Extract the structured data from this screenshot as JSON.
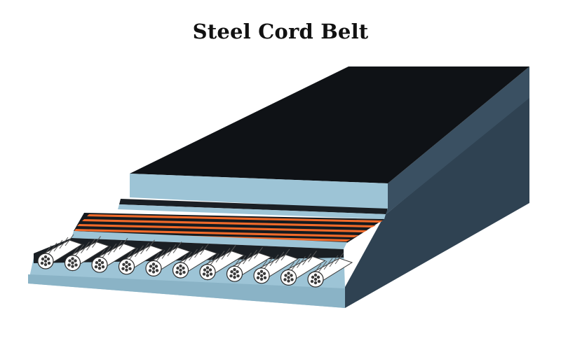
{
  "title": "Steel Cord Belt",
  "colors": {
    "background": "#ffffff",
    "top_cover": "#0f1216",
    "side_dark": "#2c3e4c",
    "side_mid": "#34495a",
    "light_blue": "#9dc4d6",
    "light_blue_edge": "#8ab3c6",
    "orange": "#f06a2a",
    "cord_fill": "#ffffff",
    "cord_strand": "#3a3a3a",
    "title_text": "#111111"
  },
  "diagram": {
    "layers": [
      {
        "name": "top-cover"
      },
      {
        "name": "top-cover-edge"
      },
      {
        "name": "orange-breaker-plies",
        "count": 4
      },
      {
        "name": "steel-cord-layer",
        "count": 11
      },
      {
        "name": "bottom-cover"
      }
    ]
  }
}
